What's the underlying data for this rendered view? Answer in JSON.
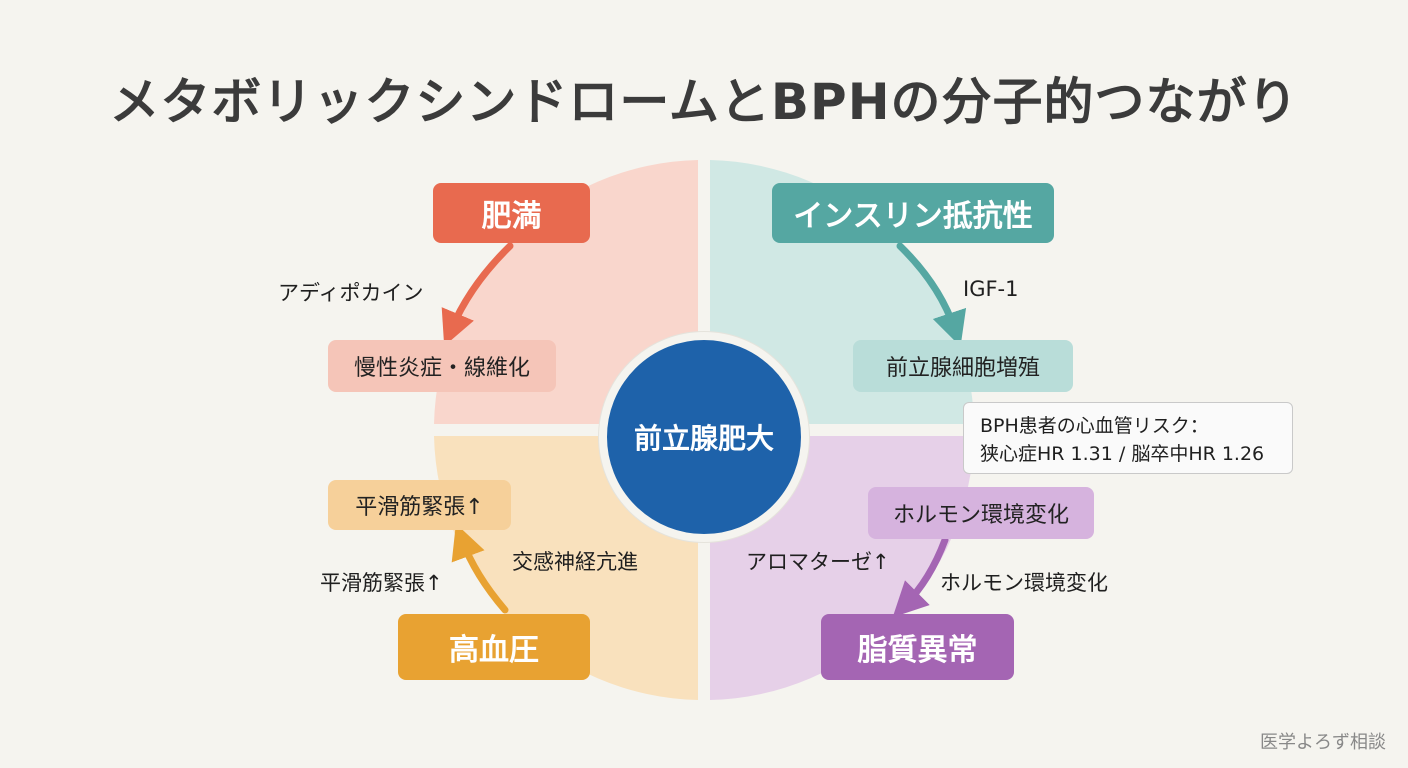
{
  "title": "メタボリックシンドロームとBPHの分子的つながり",
  "center": "前立腺肥大",
  "quadrants": {
    "obesity": {
      "main": "肥満",
      "sub": "慢性炎症・線維化",
      "path_label": "アディポカイン",
      "color": "#e86a4f",
      "light": "#f9d6cc"
    },
    "insulin": {
      "main": "インスリン抵抗性",
      "sub": "前立腺細胞増殖",
      "path_label": "IGF-1",
      "color": "#55a7a2",
      "light": "#d0e8e4"
    },
    "hypertension": {
      "main": "高血圧",
      "sub": "平滑筋緊張↑",
      "path_label": "平滑筋緊張↑",
      "side_label": "交感神経亢進",
      "color": "#e8a232",
      "light": "#f9e1bd"
    },
    "dyslipidemia": {
      "main": "脂質異常",
      "sub": "ホルモン環境変化",
      "path_label": "ホルモン環境変化",
      "side_label": "アロマターゼ↑",
      "color": "#a465b3",
      "light": "#e6d0e8"
    }
  },
  "note": {
    "line1": "BPH患者の心血管リスク：",
    "line2": "狭心症HR 1.31 / 脳卒中HR 1.26"
  },
  "credit": "医学よろず相談"
}
